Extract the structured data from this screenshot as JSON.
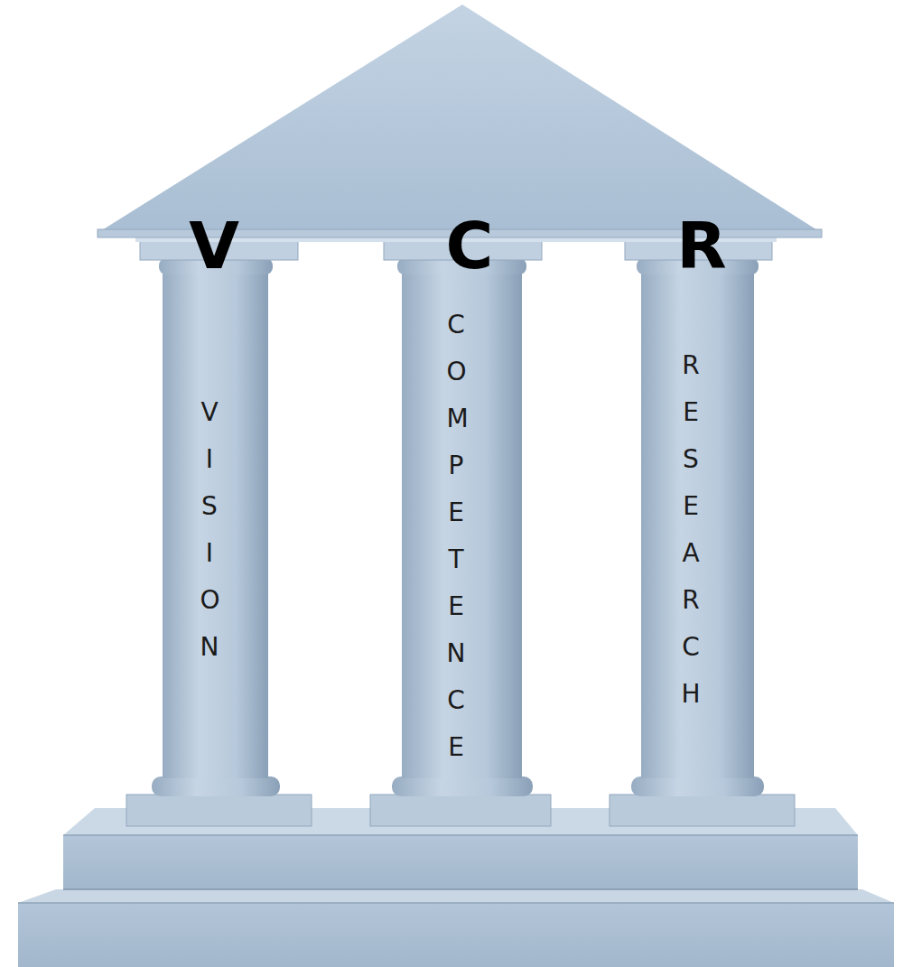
{
  "diagram": {
    "nodes": [
      {
        "text": [
          "V",
          "VISION"
        ]
      },
      {
        "text": [
          "C",
          "COMPETENCE"
        ]
      },
      {
        "text": [
          "R",
          "RESEARCH"
        ]
      }
    ]
  }
}
